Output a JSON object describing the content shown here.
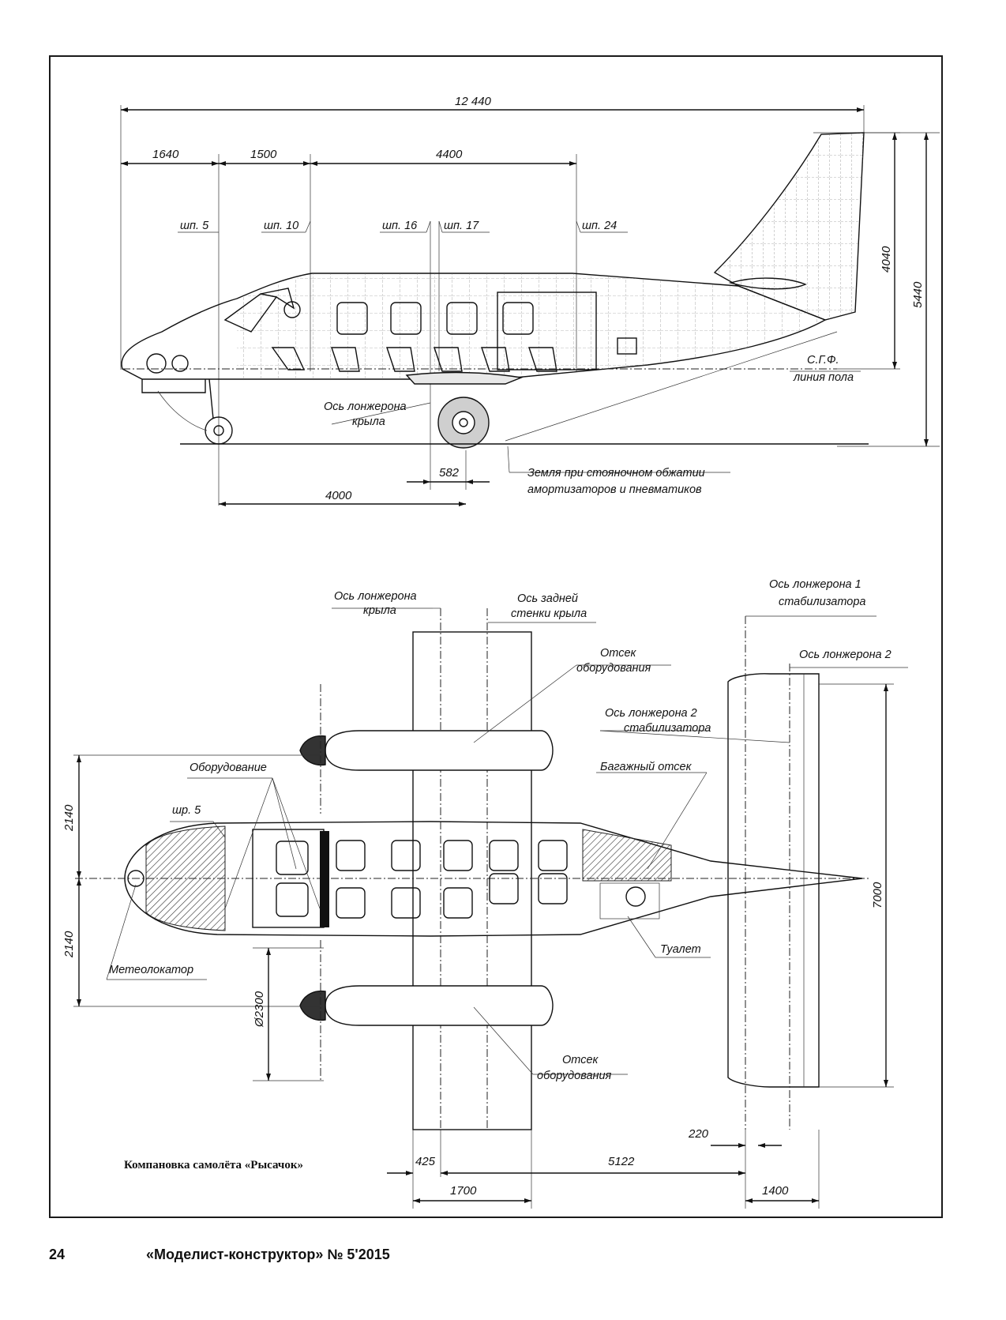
{
  "side_view": {
    "dims": {
      "overall_length": "12 440",
      "d1640": "1640",
      "d1500": "1500",
      "d4400": "4400",
      "d4040": "4040",
      "d5440": "5440",
      "d582": "582",
      "d4000": "4000"
    },
    "frames": {
      "f5": "шп. 5",
      "f10": "шп. 10",
      "f16": "шп. 16",
      "f17": "шп. 17",
      "f24": "шп. 24"
    },
    "labels": {
      "sgf": "С.Г.Ф.",
      "floor_line": "линия пола",
      "spar_axis_l1": "Ось лонжерона",
      "spar_axis_l2": "крыла",
      "ground_l1": "Земля при стояночном обжатии",
      "ground_l2": "амортизаторов и пневматиков"
    }
  },
  "top_view": {
    "labels": {
      "wing_spar_l1": "Ось лонжерона",
      "wing_spar_l2": "крыла",
      "rear_wall_l1": "Ось задней",
      "rear_wall_l2": "стенки крыла",
      "stab_spar1_l1": "Ось лонжерона 1",
      "stab_spar1_l2": "стабилизатора",
      "spar2": "Ось лонжерона 2",
      "equip_bay_top_l1": "Отсек",
      "equip_bay_top_l2": "оборудования",
      "stab_spar2_l1": "Ось лонжерона 2",
      "stab_spar2_l2": "стабилизатора",
      "equipment": "Оборудование",
      "baggage": "Багажный отсек",
      "frame5": "шр. 5",
      "radar": "Метеолокатор",
      "toilet": "Туалет",
      "equip_bay_bot_l1": "Отсек",
      "equip_bay_bot_l2": "оборудования"
    },
    "dims": {
      "d2140_top": "2140",
      "d2140_bot": "2140",
      "prop_dia": "Ø2300",
      "span_7000": "7000",
      "d220": "220",
      "d425": "425",
      "d5122": "5122",
      "d1700": "1700",
      "d1400": "1400"
    }
  },
  "caption": "Компановка самолёта «Рысачок»",
  "footer": {
    "page_number": "24",
    "magazine": "«Моделист-конструктор» № 5'2015"
  }
}
